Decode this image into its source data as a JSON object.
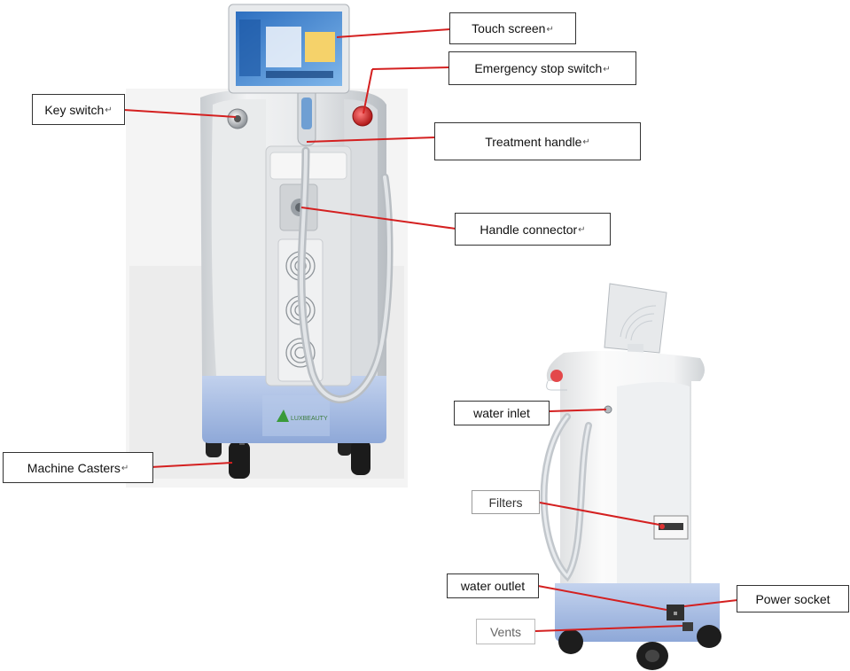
{
  "return_mark": "↵",
  "labels": {
    "touch_screen": "Touch screen",
    "emergency_stop_switch": "Emergency stop switch",
    "key_switch": "Key switch",
    "treatment_handle": "Treatment handle",
    "handle_connector": "Handle connector",
    "machine_casters": "Machine Casters",
    "water_inlet": "water inlet",
    "filters": "Filters",
    "water_outlet": "water outlet",
    "power_socket": "Power socket",
    "vents": "Vents"
  },
  "brand_logo_text": "LUXBEAUTY",
  "colors": {
    "leader_line": "#d42020",
    "body_white": "#eeeeee",
    "base_blue": "#a9bfe6",
    "screen_blue": "#4a90d8",
    "stop_red": "#d42a2a"
  }
}
